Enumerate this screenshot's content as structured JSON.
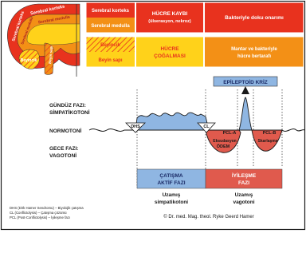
{
  "brain_labels": {
    "cortex_outer": "Serebral korteks",
    "cortex_inner": "Serebral korteks",
    "medulla_top": "Serebral medulla",
    "medulla_left": "Serebral medulla",
    "cerebellum": "Beyincik",
    "brainstem": "Beyin sapı"
  },
  "table": {
    "rows": [
      {
        "region": "Serebral korteks",
        "activity": "HÜCRE KAYBI",
        "activity_sub": "(ülserasyon, nekroz)",
        "outcome": "Bakteriyle doku onarımı"
      },
      {
        "region": "Serebral medulla",
        "activity": "",
        "activity_sub": "",
        "outcome": ""
      },
      {
        "region": "Beyincik",
        "activity": "HÜCRE",
        "activity_sub": "ÇOĞALMASI",
        "outcome": "Mantar ve bakteriyle",
        "outcome_sub": "hücre bertarafı"
      },
      {
        "region": "Beyin sapı",
        "activity": "",
        "activity_sub": "",
        "outcome": ""
      }
    ]
  },
  "colors": {
    "red": "#e8321e",
    "orange": "#f39016",
    "yellow": "#ffd21a",
    "blue_fill": "#8fb6e2",
    "red_fill": "#e05a4d",
    "grey": "#e6e6e6"
  },
  "diagram": {
    "epileptoid": "EPİLEPTOİD KRİZ",
    "day_phase": "GÜNDÜZ FAZI:",
    "day_phase_2": "SİMPATİKOTONİ",
    "normotoni": "NORMOTONİ",
    "night_phase": "GECE FAZI:",
    "night_phase_2": "VAGOTONİ",
    "dhs": "DHS",
    "cl": "CL",
    "pcl_a": "PCL-A",
    "pcl_b": "PCL-B",
    "eksudasyon": "Eksudasyon",
    "odem": "ÖDEM",
    "skarlasma": "Skarlaşma",
    "active_phase": "ÇATIŞMA",
    "active_phase_2": "AKTİF FAZI",
    "healing_phase": "İYİLEŞME",
    "healing_phase_2": "FAZI",
    "sympathicotony": "Uzamış",
    "sympathicotony_2": "simpatikotoni",
    "vagotony": "Uzamış",
    "vagotony_2": "vagotoni"
  },
  "footnotes": [
    "DHS (Dirk Hamer Sendromu) – Biyolojik çatışma",
    "CL (Conflictolysis) – Çatışma çözümü",
    "PCL (Post-Conflictolysis) – İyileşme fazı"
  ],
  "copyright": "© Dr. med. Mag. theol. Ryke Geerd Hamer"
}
